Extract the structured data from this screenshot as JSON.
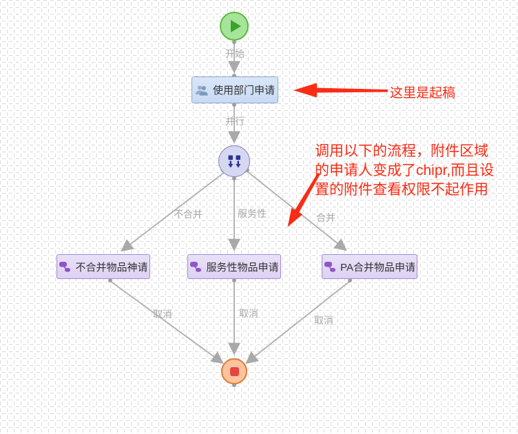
{
  "app": {
    "name": "workflow-designer-canvas"
  },
  "nodes": {
    "start": {
      "type": "start-event",
      "icon": "play-icon"
    },
    "draft_task": {
      "type": "user-task",
      "icon": "users-icon",
      "label": "使用部门申请"
    },
    "parallel_gateway": {
      "type": "parallel-gateway",
      "icon": "parallel-split-icon"
    },
    "subflow_left": {
      "type": "call-activity",
      "icon": "subprocess-icon",
      "label": "不合并物品神请"
    },
    "subflow_middle": {
      "type": "call-activity",
      "icon": "subprocess-icon",
      "label": "服务性物品申请"
    },
    "subflow_right": {
      "type": "call-activity",
      "icon": "subprocess-icon",
      "label": "PA合并物品申请"
    },
    "end": {
      "type": "end-event",
      "icon": "stop-icon"
    }
  },
  "edges": {
    "start_to_draft": "开始",
    "draft_to_gateway": "并行",
    "branch_left": "不合并",
    "branch_middle": "服务性",
    "branch_right": "合并",
    "cancel_left": "取消",
    "cancel_middle": "取消",
    "cancel_right": "取消"
  },
  "annotations": {
    "draft_note": "这里是起稿",
    "issue_note_lines": [
      "调用以下的流程，附件区域",
      "的申请人变成了chipr,而且设",
      "置的附件查看权限不起作用"
    ]
  },
  "colors": {
    "start_fill": "#a6e49a",
    "start_border": "#5cb840",
    "start_icon": "#3aa32a",
    "task_fill": "#cfe0f6",
    "task_border": "#8cabd1",
    "task_icon": "#7d9abc",
    "gateway_fill": "#d5d8f0",
    "gateway_border": "#8487b8",
    "gateway_icon": "#2c3493",
    "subflow_fill": "#e4daf5",
    "subflow_border": "#a189d2",
    "subflow_icon": "#9055c6",
    "end_fill": "#fbc39e",
    "end_border": "#dd7b33",
    "end_icon": "#e5463d",
    "edge": "#b3b3b3",
    "edge_label": "#a9a9a9",
    "annotation": "#f92c16",
    "grid": "#dadada"
  }
}
